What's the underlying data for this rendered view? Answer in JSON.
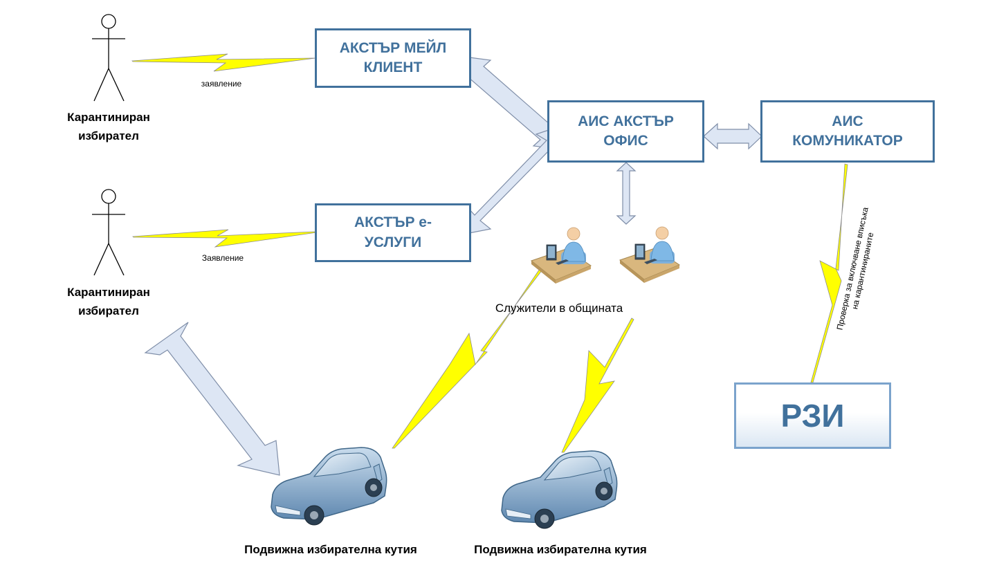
{
  "boxes": {
    "mail_client": "АКСТЪР МЕЙЛ\nКЛИЕНТ",
    "e_services": "АКСТЪР е-\nУСЛУГИ",
    "office": "АИС АКСТЪР\nОФИС",
    "communicator": "АИС\nКОМУНИКАТОР",
    "rzi": "РЗИ"
  },
  "actors": [
    {
      "label": "Карантиниран\nизбирател",
      "link_label": "заявление"
    },
    {
      "label": "Карантиниран\nизбирател",
      "link_label": "Заявление"
    }
  ],
  "employees_label": "Служители в общината",
  "cars": [
    {
      "label": "Подвижна избирателна кутия"
    },
    {
      "label": "Подвижна избирателна кутия"
    }
  ],
  "rzi_link_label": "Проверка за включване вписъка\nна карантинираните",
  "colors": {
    "box_border": "#41719c",
    "box_text": "#41719c",
    "arrow_fill": "#dde6f4",
    "arrow_stroke": "#7f8ea8",
    "bolt_fill": "#ffff00",
    "car_body": "#7fa7c9"
  }
}
